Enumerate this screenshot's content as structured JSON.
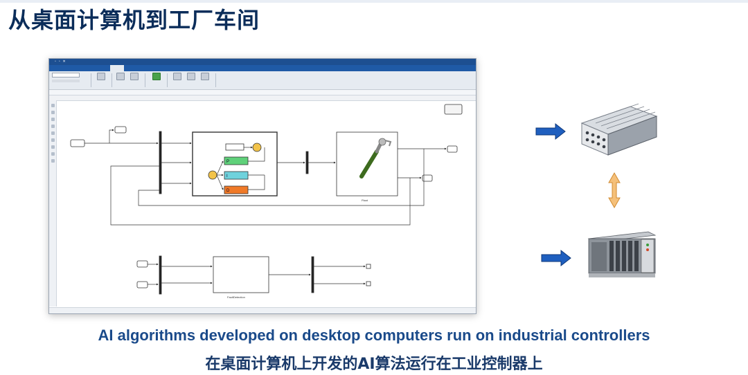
{
  "slide": {
    "title": "从桌面计算机到工厂车间",
    "caption_en": "AI algorithms developed on desktop computers run on industrial controllers",
    "caption_zh": "在桌面计算机上开发的AI算法运行在工业控制器上"
  },
  "colors": {
    "title": "#0b2d5a",
    "caption": "#1a4a8a",
    "arrow_blue": "#1f5fbf",
    "arrow_orange": "#f0b060",
    "matlab_blue": "#1d4f91"
  },
  "simulink": {
    "blocks": {
      "p_gain": "P",
      "i_gain": "I",
      "d_gain": "D",
      "plant": "Plant",
      "classifier": "FaultDetection"
    }
  }
}
